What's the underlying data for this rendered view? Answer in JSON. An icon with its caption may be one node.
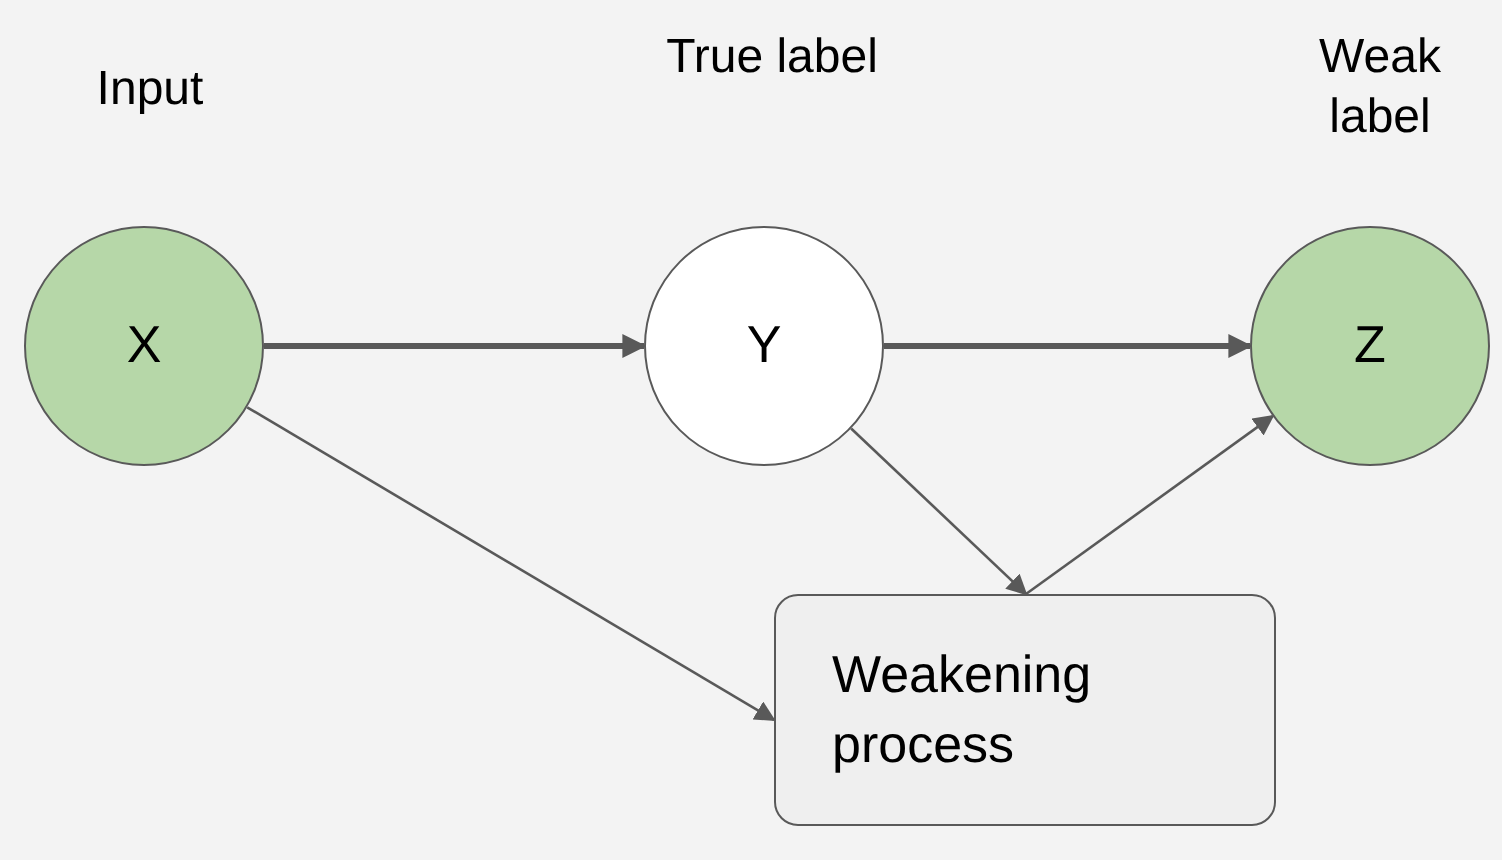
{
  "diagram": {
    "nodes": [
      {
        "text": [
          "X"
        ],
        "beside": [
          "Input"
        ]
      },
      {
        "text": [
          "Y"
        ],
        "beside": [
          "True label"
        ]
      },
      {
        "text": [
          "Z"
        ],
        "beside": [
          "Weak label"
        ]
      },
      {
        "text": [
          "Weakening process"
        ]
      }
    ],
    "edges": [
      {
        "from": 0,
        "to": 1,
        "arrow": "to",
        "style": "thick"
      },
      {
        "from": 1,
        "to": 2,
        "arrow": "to",
        "style": "thick"
      },
      {
        "from": 0,
        "to": 3,
        "arrow": "to"
      },
      {
        "from": 1,
        "to": 3,
        "arrow": "to"
      },
      {
        "from": 3,
        "to": 2,
        "arrow": "to"
      }
    ]
  }
}
